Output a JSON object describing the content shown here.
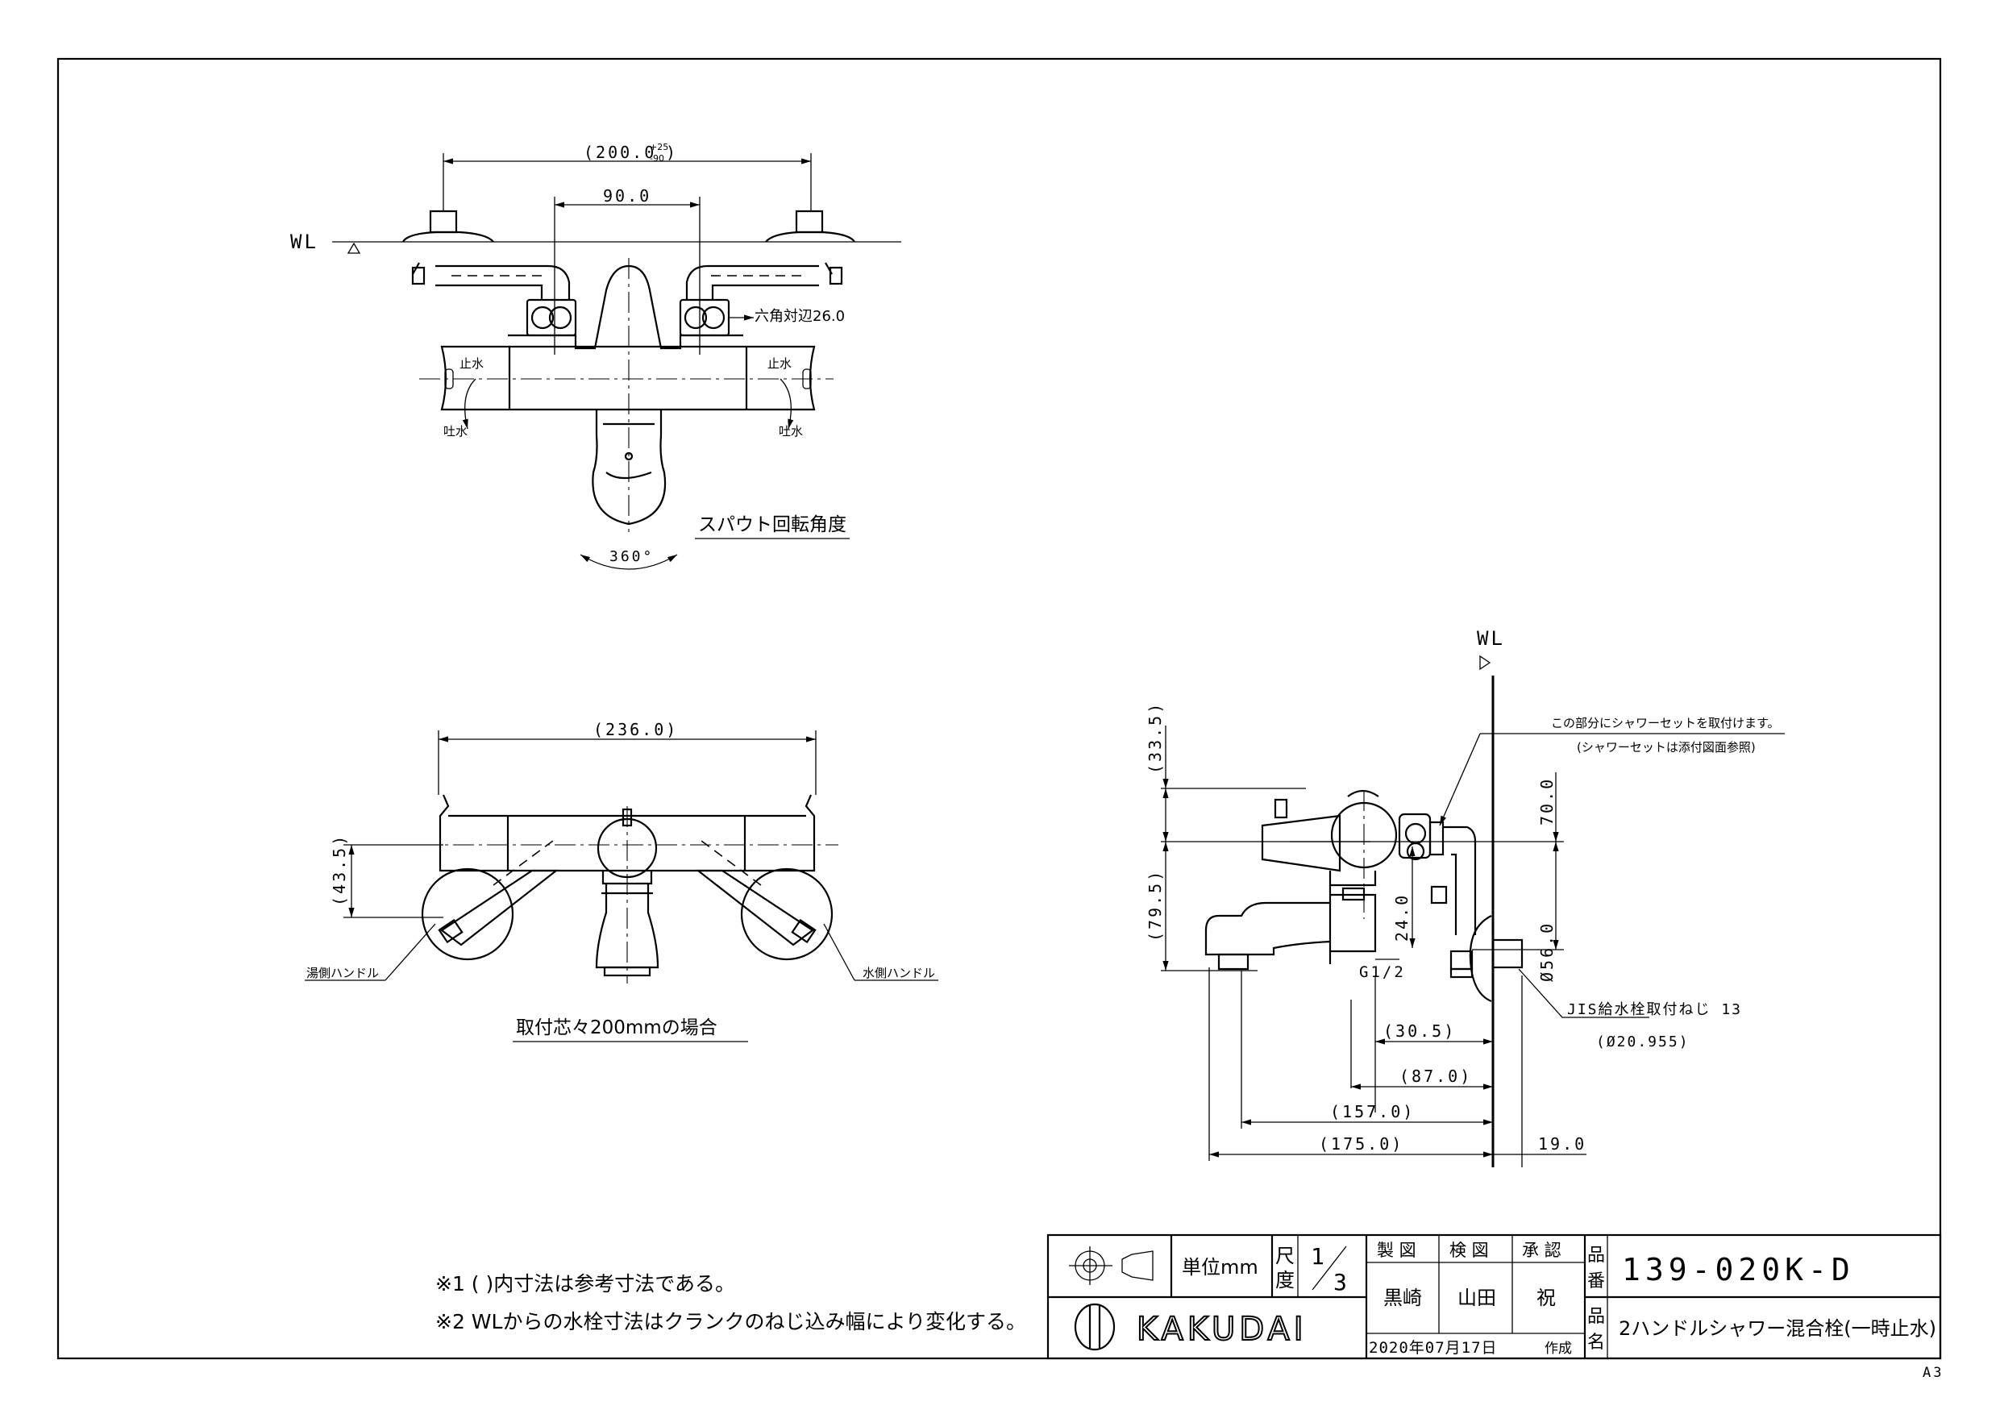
{
  "views": {
    "top": {
      "wl": "WL",
      "dim_overall": "(200.0",
      "dim_overall_tol_plus": "+25",
      "dim_overall_tol_minus": "-90",
      "dim_overall_close": ")",
      "dim_center": "90.0",
      "hex_label": "六角対辺26.0",
      "stop_left": "止水",
      "stop_right": "止水",
      "spout_left": "吐水",
      "spout_right": "吐水",
      "spout_rotation": "スパウト回転角度",
      "angle": "360°"
    },
    "front": {
      "dim_width": "(236.0)",
      "dim_height": "(43.5)",
      "hot_handle": "湯側ハンドル",
      "cold_handle": "水側ハンドル",
      "caption": "取付芯々200mmの場合"
    },
    "side": {
      "wl": "WL",
      "shower_note": "この部分にシャワーセットを取付けます。",
      "shower_note_sub": "(シャワーセットは添付図面参照)",
      "dim_33_5": "(33.5)",
      "dim_79_5": "(79.5)",
      "dim_70": "70.0",
      "dim_24": "24.0",
      "dim_56": "Ø56.0",
      "thread_g": "G1/2",
      "jis_note": "JIS給水栓取付ねじ 13",
      "jis_sub": "(Ø20.955)",
      "dim_30_5": "(30.5)",
      "dim_87": "(87.0)",
      "dim_157": "(157.0)",
      "dim_175": "(175.0)",
      "dim_19": "19.0"
    }
  },
  "notes": [
    "※1 ( )内寸法は参考寸法である。",
    "※2 WLからの水栓寸法はクランクのねじ込み幅により変化する。"
  ],
  "title_block": {
    "unit": "単位mm",
    "scale_label_1": "尺",
    "scale_label_2": "度",
    "scale_num": "1",
    "scale_den": "3",
    "drawn_header": "製 図",
    "checked_header": "検 図",
    "approved_header": "承 認",
    "drawn_by": "黒崎",
    "checked_by": "山田",
    "approved_by": "祝",
    "part_no_label_1": "品",
    "part_no_label_2": "番",
    "part_no": "139-020K-D",
    "name_label_1": "品",
    "name_label_2": "名",
    "name": "2ハンドルシャワー混合栓(一時止水)",
    "date": "2020年07月17日",
    "created": "作成",
    "brand": "KAKUDAI"
  },
  "sheet_size": "A3"
}
